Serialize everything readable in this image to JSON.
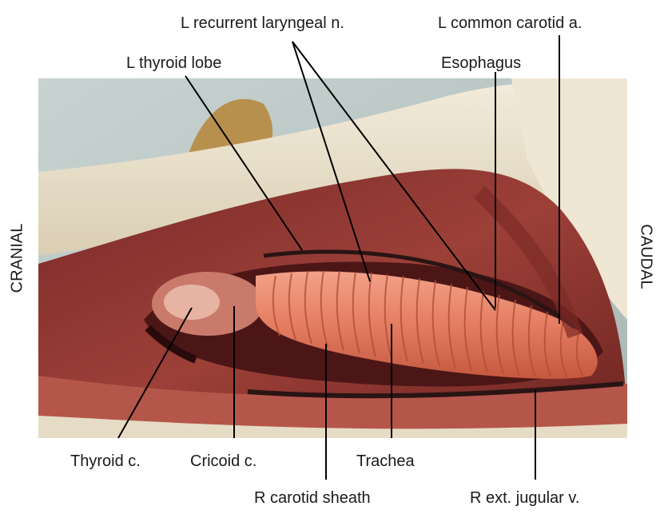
{
  "labels": {
    "l_recurrent_laryngeal": "L recurrent laryngeal n.",
    "l_common_carotid": "L common carotid a.",
    "l_thyroid_lobe": "L thyroid lobe",
    "esophagus": "Esophagus",
    "cranial": "CRANIAL",
    "caudal": "CAUDAL",
    "thyroid_c": "Thyroid c.",
    "cricoid_c": "Cricoid c.",
    "trachea": "Trachea",
    "r_carotid_sheath": "R carotid sheath",
    "r_ext_jugular": "R ext. jugular v."
  },
  "colors": {
    "text": "#1a1a1a",
    "leader": "#000000",
    "fur": "#ece3cf",
    "tissue": "#9a3a32",
    "trachea": "#e8836a",
    "background_cloth": "#b9c6c3"
  }
}
